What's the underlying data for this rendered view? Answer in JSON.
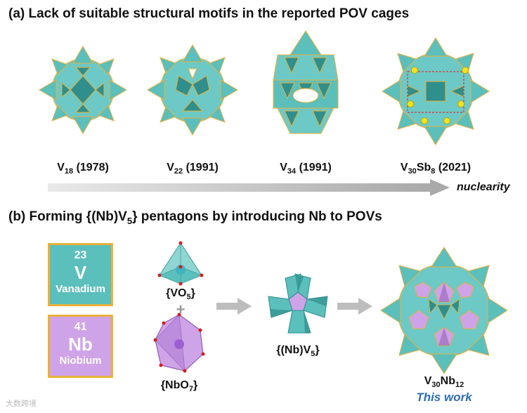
{
  "panel_a": {
    "title": "(a) Lack of suitable structural motifs in the reported  POV cages",
    "cages": [
      {
        "base": "V",
        "sub": "18",
        "base2": "",
        "sub2": "",
        "year": "(1978)"
      },
      {
        "base": "V",
        "sub": "22",
        "base2": "",
        "sub2": "",
        "year": "(1991)"
      },
      {
        "base": "V",
        "sub": "34",
        "base2": "",
        "sub2": "",
        "year": "(1991)"
      },
      {
        "base": "V",
        "sub": "30",
        "base2": "Sb",
        "sub2": "8",
        "year": "(2021)"
      }
    ],
    "arrow_label": "nuclearity"
  },
  "panel_b": {
    "title_pre": "(b) Forming {(Nb)V",
    "title_sub": "5",
    "title_post": "} pentagons by introducing Nb to POVs",
    "elements": [
      {
        "number": "23",
        "symbol": "V",
        "name": "Vanadium",
        "color": "#5bbfbc"
      },
      {
        "number": "41",
        "symbol": "Nb",
        "name": "Niobium",
        "color": "#cfa3e8"
      }
    ],
    "vo5": {
      "pre": "{VO",
      "sub": "5",
      "post": "}"
    },
    "plus": "+",
    "nbo7": {
      "pre": "{NbO",
      "sub": "7",
      "post": "}"
    },
    "pentagon": {
      "pre": "{(Nb)V",
      "sub": "5",
      "post": "}"
    },
    "product": {
      "pre": "V",
      "sub": "30",
      "mid": "Nb",
      "sub2": "12"
    },
    "this_work": "This work"
  },
  "watermark": "大数跨境",
  "colors": {
    "teal": "#5bbfbc",
    "teal_dark": "#2f8f8c",
    "purple": "#cfa3e8",
    "purple_dark": "#8e5fb5",
    "gold": "#e8b13c",
    "arrow_gray": "#bdbdbd",
    "accent_blue": "#2e6eb5"
  }
}
